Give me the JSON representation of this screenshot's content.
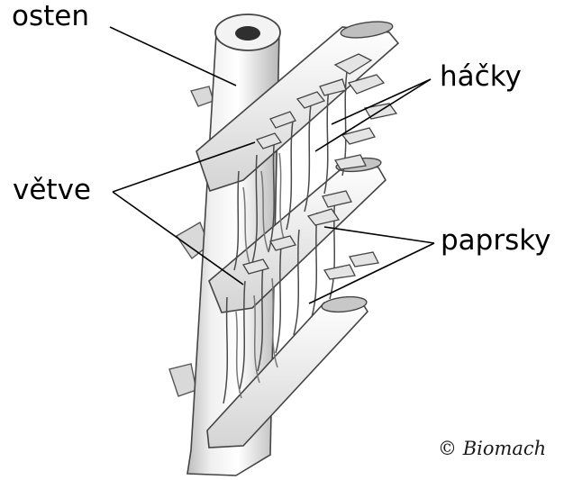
{
  "labels": {
    "shaft": "osten",
    "hooks": "háčky",
    "branches": "větve",
    "rays": "paprsky"
  },
  "credit": {
    "symbol": "©",
    "author": "Biomach"
  },
  "colors": {
    "ink": "#3a3a3a",
    "shade": "#cfcfcf",
    "fill": "#f2f2f2",
    "leader": "#000000"
  }
}
